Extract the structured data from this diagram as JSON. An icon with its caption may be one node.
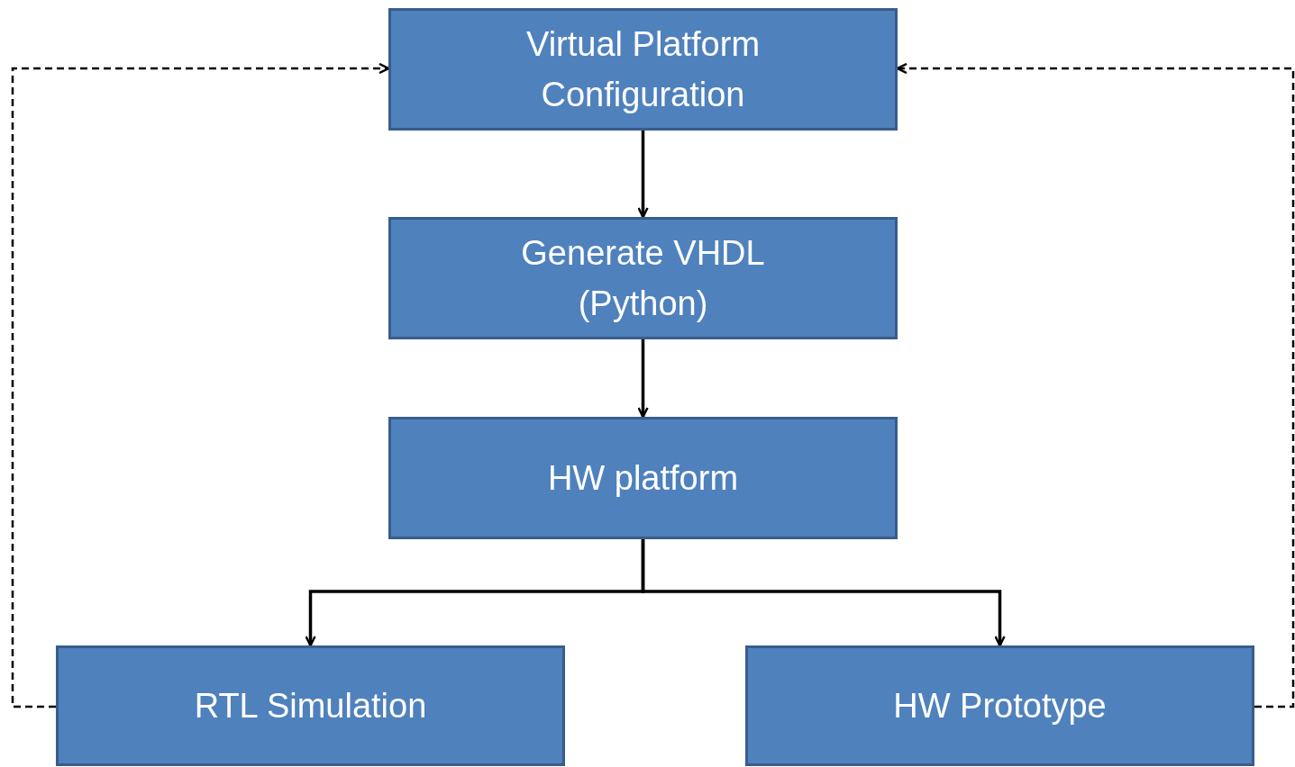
{
  "diagram": {
    "nodes": [
      {
        "text": [
          "Virtual Platform Configuration"
        ]
      },
      {
        "text": [
          "Generate VHDL (Python)"
        ]
      },
      {
        "text": [
          "HW platform"
        ]
      },
      {
        "text": [
          "RTL Simulation"
        ]
      },
      {
        "text": [
          "HW Prototype"
        ]
      }
    ],
    "edges": [
      {
        "from": 0,
        "to": 1,
        "arrow": "to"
      },
      {
        "from": 1,
        "to": 2,
        "arrow": "to"
      },
      {
        "from": 2,
        "to": 3,
        "arrow": "to"
      },
      {
        "from": 2,
        "to": 4,
        "arrow": "to"
      },
      {
        "from": 3,
        "to": 0,
        "arrow": "to",
        "style": "dashed"
      },
      {
        "from": 4,
        "to": 0,
        "arrow": "to",
        "style": "dashed"
      }
    ]
  }
}
